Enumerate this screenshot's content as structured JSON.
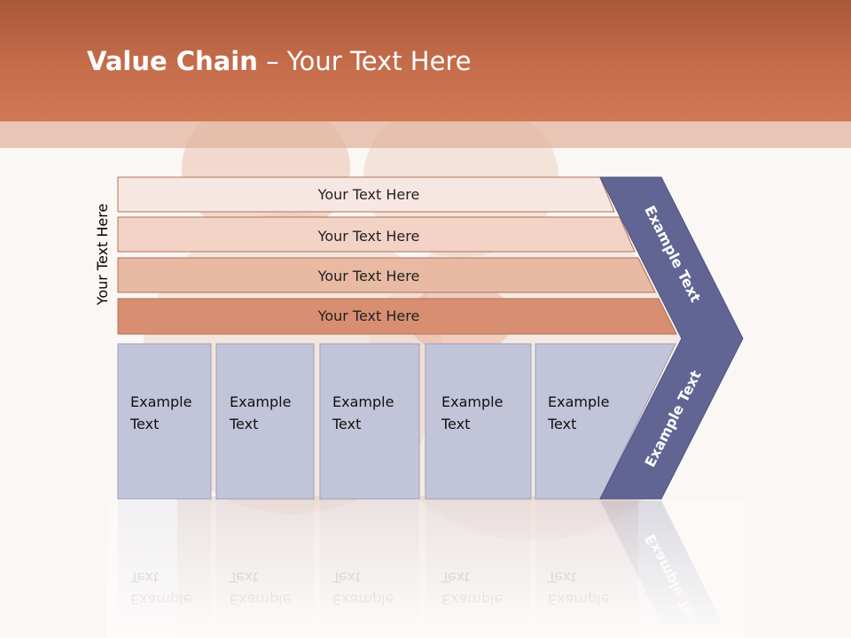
{
  "slide": {
    "title_bold": "Value Chain",
    "title_rest": " – Your Text Here"
  },
  "vertical_label": "Your Text Here",
  "support_rows": [
    {
      "label": "Your Text Here",
      "fill": "#f7e7e3"
    },
    {
      "label": "Your Text Here",
      "fill": "#f2d3c5"
    },
    {
      "label": "Your Text Here",
      "fill": "#e8b9a3"
    },
    {
      "label": "Your Text Here",
      "fill": "#d88f71"
    }
  ],
  "primary_boxes": [
    {
      "line1": "Example",
      "line2": "Text"
    },
    {
      "line1": "Example",
      "line2": "Text"
    },
    {
      "line1": "Example",
      "line2": "Text"
    },
    {
      "line1": "Example",
      "line2": "Text"
    },
    {
      "line1": "Example",
      "line2": "Text"
    }
  ],
  "arrow": {
    "upper_label": "Example Text",
    "lower_label": "Example Text",
    "fill": "#626594"
  },
  "colors": {
    "header": "#c66d4b",
    "box_fill": "#c2c4d9",
    "box_stroke": "#9c9fbd",
    "row_stroke": "#b0705a"
  }
}
